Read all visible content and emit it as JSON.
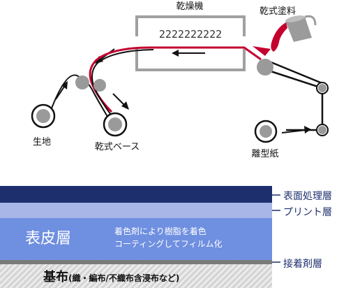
{
  "process": {
    "dryer_label": "乾燥機",
    "dry_paint_label": "乾式塗料",
    "fabric_label": "生地",
    "dry_base_label": "乾式ベース",
    "release_paper_label": "離型紙",
    "dryer_wave": "2222222222"
  },
  "layers": {
    "surface_treatment": "表面処理層",
    "print_layer": "プリント層",
    "skin_layer": "表皮層",
    "skin_desc_line1": "着色剤により樹脂を着色",
    "skin_desc_line2": "コーティングしてフィルム化",
    "adhesive_layer": "接着剤層",
    "base_fabric": "基布",
    "base_fabric_note": "(織・編布/不織布含浸布など)"
  },
  "colors": {
    "red_path": "#c4002f",
    "navy": "#1e2f6e",
    "light_blue": "#a7b6e6",
    "mid_blue": "#6f8fe0",
    "adhesive_gray": "#7a7a7a",
    "roller_gray": "#9a9a9a",
    "dryer_gray": "#a0a0a0"
  }
}
